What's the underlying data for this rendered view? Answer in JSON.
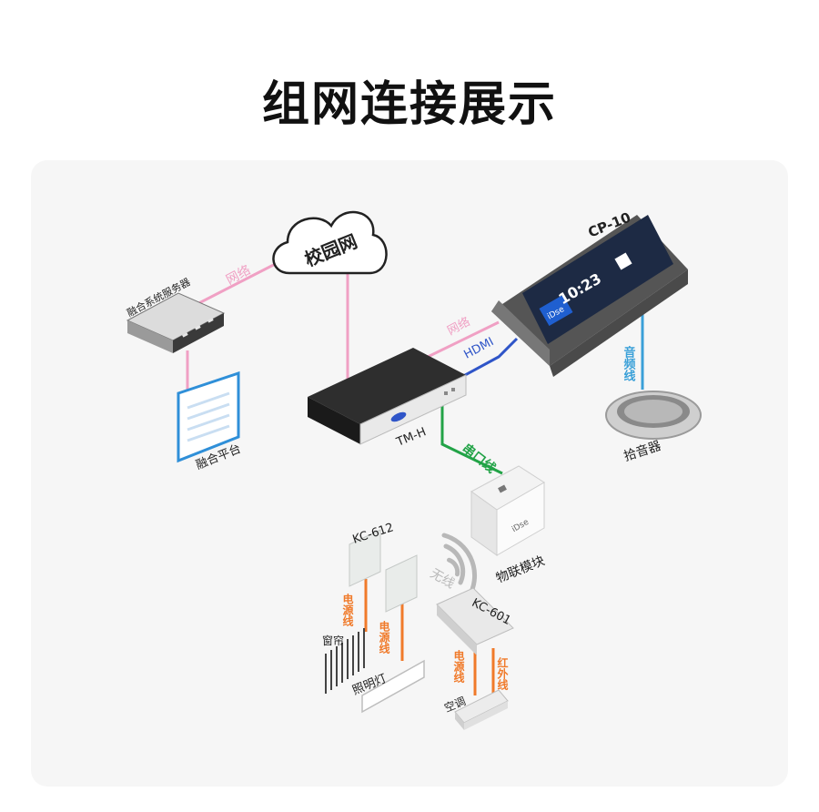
{
  "title": "组网连接展示",
  "colors": {
    "network": "#f0a0c4",
    "hdmi": "#2f55c8",
    "serial": "#22a347",
    "audio": "#3aa0d8",
    "power": "#f07a2a",
    "infrared": "#f07a2a",
    "wireless": "#b8b8b8"
  },
  "nodes": {
    "cloud": "校园网",
    "server": "融合系统服务器",
    "platform": "融合平台",
    "tmh": "TM-H",
    "cp10": "CP-10",
    "cp10_clock": "10:23",
    "cp10_brand": "iDse",
    "iot": "物联模块",
    "iot_brand": "iDse",
    "mic": "拾音器",
    "kc612": "KC-612",
    "kc601": "KC-601",
    "curtain": "窗帘",
    "lighting": "照明灯",
    "ac": "空调"
  },
  "links": {
    "net_server": "网络",
    "net_cp10": "网络",
    "hdmi": "HDMI",
    "serial": "串口线",
    "audio": "音频线",
    "wireless": "无线",
    "power1": "电源线",
    "power2": "电源线",
    "power3": "电源线",
    "ir": "红外线"
  }
}
